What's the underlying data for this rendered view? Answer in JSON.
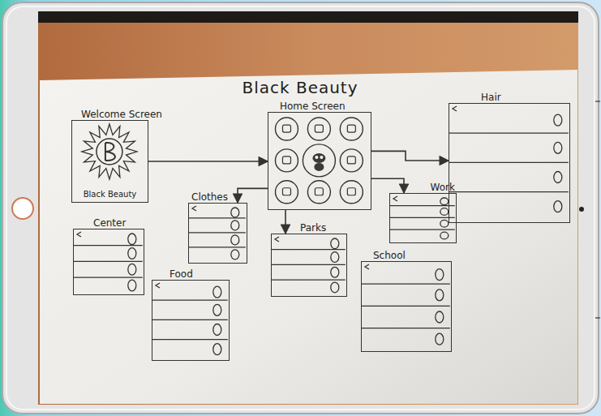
{
  "diagram": {
    "title": "Black Beauty",
    "nodes": [
      {
        "text": [
          "Welcome Screen",
          "Black Beauty"
        ]
      },
      {
        "text": [
          "Home Screen"
        ]
      },
      {
        "text": [
          "Hair"
        ]
      },
      {
        "text": [
          "Work"
        ]
      },
      {
        "text": [
          "Clothes"
        ]
      },
      {
        "text": [
          "Center"
        ]
      },
      {
        "text": [
          "Parks"
        ]
      },
      {
        "text": [
          "School"
        ]
      },
      {
        "text": [
          "Food"
        ]
      }
    ],
    "edges": [
      {
        "from": 0,
        "to": 1,
        "arrow": "to"
      },
      {
        "from": 1,
        "to": 2,
        "arrow": "to"
      },
      {
        "from": 1,
        "to": 3,
        "arrow": "to"
      },
      {
        "from": 1,
        "to": 4,
        "arrow": "to"
      },
      {
        "from": 1,
        "to": 6,
        "arrow": "to"
      }
    ]
  }
}
